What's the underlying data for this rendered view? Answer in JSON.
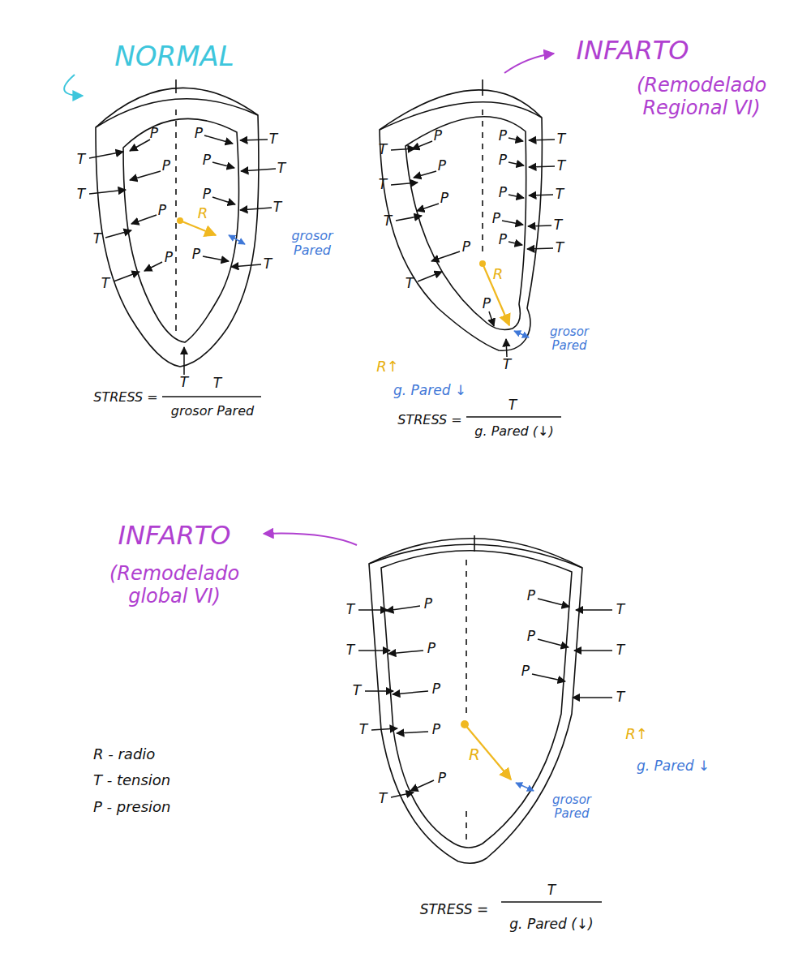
{
  "diagram": {
    "labels": [
      "NORMAL",
      "INFARTO",
      "(Remodelado Regional VI)",
      "INFARTO",
      "(Remodelado global VI)",
      "T",
      "T",
      "T",
      "T",
      "P",
      "P",
      "P",
      "P",
      "P",
      "P",
      "P",
      "P",
      "T",
      "T",
      "T",
      "T",
      "T",
      "R",
      "grosor Pared",
      "STRESS =",
      "T",
      "grosor Pared",
      "T",
      "T",
      "T",
      "T",
      "P",
      "P",
      "P",
      "P",
      "P",
      "P",
      "P",
      "P",
      "P",
      "T",
      "T",
      "T",
      "T",
      "T",
      "P",
      "T",
      "R",
      "grosor Pared",
      "R↑",
      "g. Pared ↓",
      "STRESS =",
      "T",
      "g. Pared (↓)",
      "T",
      "T",
      "T",
      "T",
      "T",
      "P",
      "P",
      "P",
      "P",
      "P",
      "P",
      "P",
      "P",
      "T",
      "T",
      "T",
      "R",
      "grosor Pared",
      "R↑",
      "g. Pared ↓",
      "STRESS =",
      "T",
      "g. Pared (↓)",
      "R - radio",
      "T - tension",
      "P - presion"
    ]
  }
}
